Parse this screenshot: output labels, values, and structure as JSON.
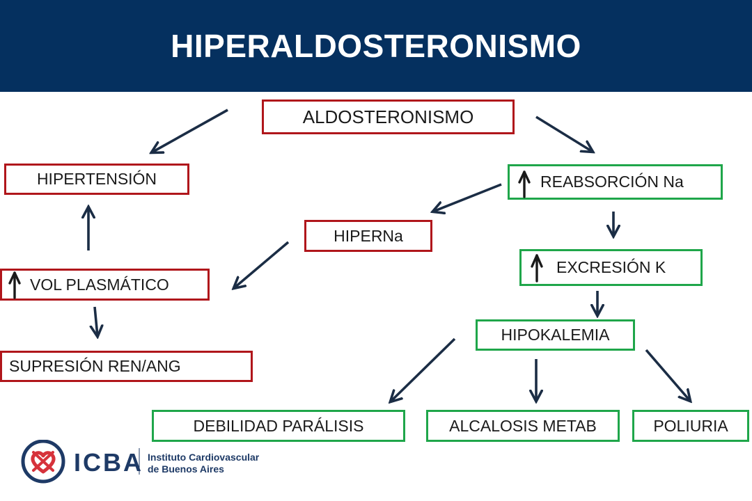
{
  "title": "HIPERALDOSTERONISMO",
  "colors": {
    "header": "#05305f",
    "red_border": "#b0161b",
    "green_border": "#1fa64a",
    "arrow": "#1b2d45"
  },
  "nodes": {
    "aldosteronismo": "ALDOSTERONISMO",
    "hipertension": "HIPERTENSIÓN",
    "reabsorcion": "REABSORCIÓN Na",
    "hiperna": "HIPERNa",
    "excrecion": "EXCRESIÓN K",
    "vol_plasmatico": "VOL PLASMÁTICO",
    "hipokalemia": "HIPOKALEMIA",
    "supresion": "SUPRESIÓN REN/ANG",
    "debilidad": "DEBILIDAD PARÁLISIS",
    "alcalosis": "ALCALOSIS METAB",
    "poliuria": "POLIURIA"
  },
  "logo": {
    "acronym": "ICBA",
    "line1": "Instituto Cardiovascular",
    "line2": "de Buenos Aires"
  }
}
